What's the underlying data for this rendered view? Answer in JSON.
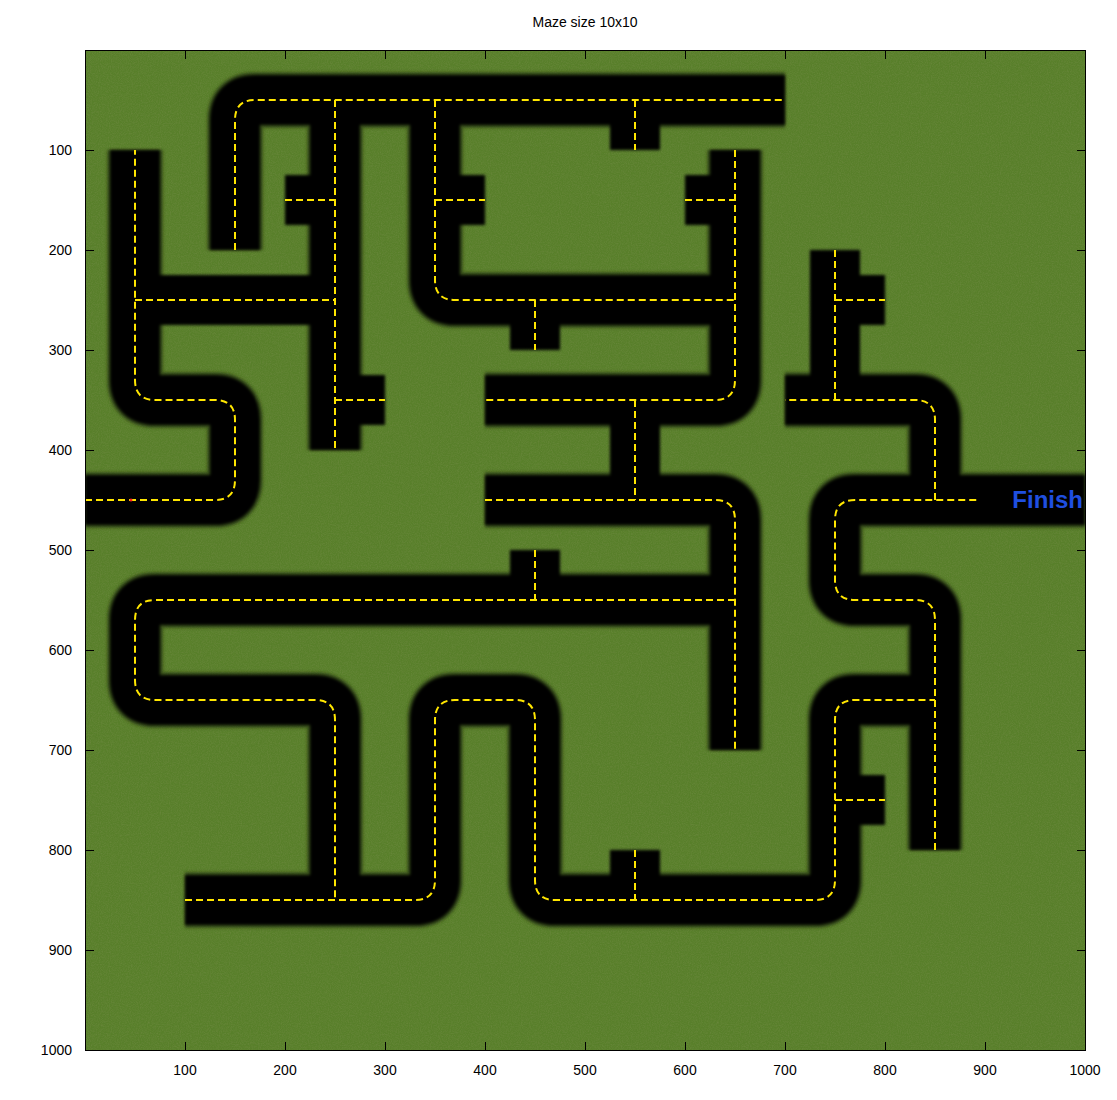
{
  "diagram": {
    "title": "Maze size 10x10",
    "labels": [
      "100",
      "200",
      "300",
      "400",
      "500",
      "600",
      "700",
      "800",
      "900",
      "1000",
      "Finish",
      "100",
      "200",
      "300",
      "400",
      "500",
      "600",
      "700",
      "800",
      "900",
      "1000"
    ]
  }
}
